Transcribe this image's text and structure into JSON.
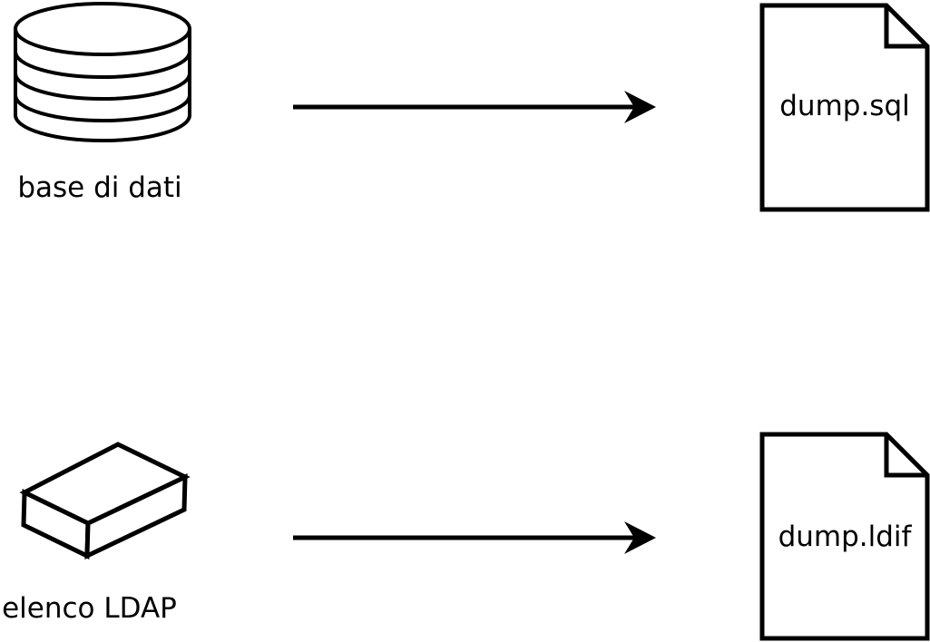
{
  "colors": {
    "background": "#ffffff",
    "stroke": "#000000",
    "text": "#000000"
  },
  "rows": [
    {
      "source": {
        "icon": "database-cylinder-icon",
        "label": "base di dati"
      },
      "connector": {
        "icon": "right-arrow-icon"
      },
      "target": {
        "icon": "document-icon",
        "label": "dump.sql"
      }
    },
    {
      "source": {
        "icon": "box-icon",
        "label": "elenco LDAP"
      },
      "connector": {
        "icon": "right-arrow-icon"
      },
      "target": {
        "icon": "document-icon",
        "label": "dump.ldif"
      }
    }
  ]
}
